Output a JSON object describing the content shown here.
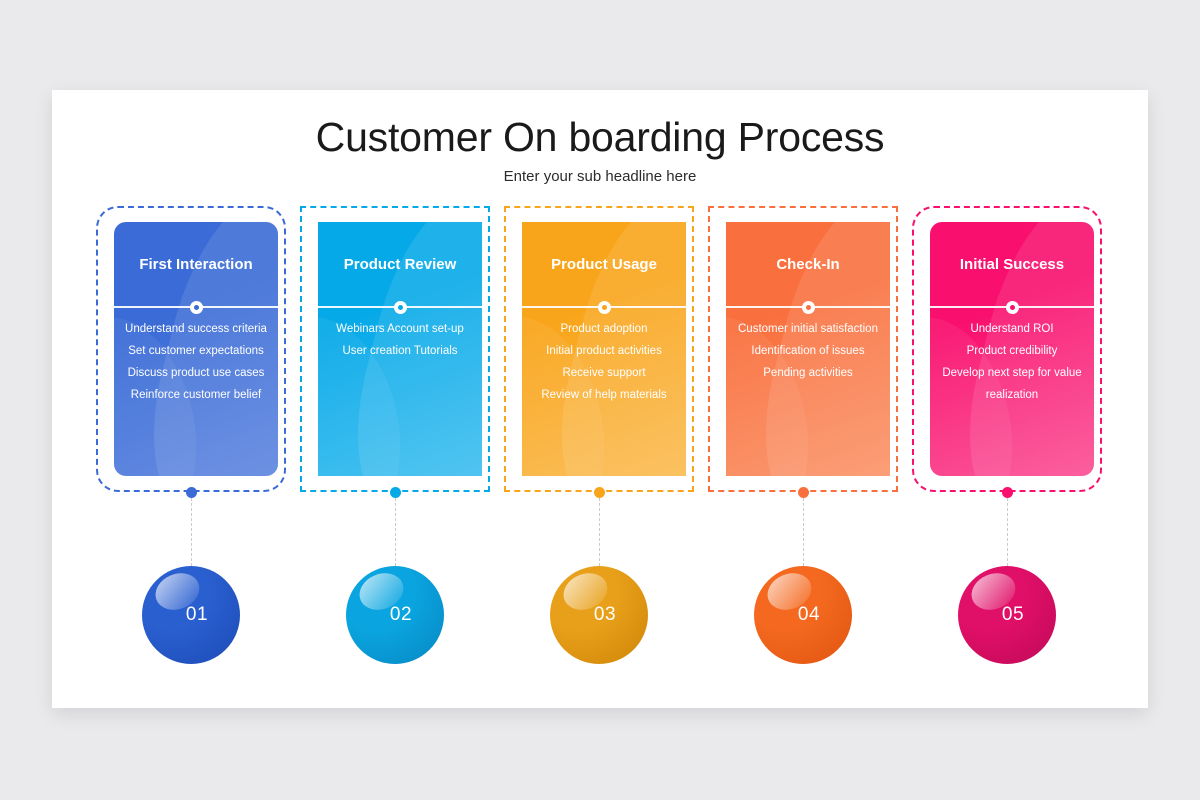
{
  "slide": {
    "title": "Customer On boarding Process",
    "subtitle": "Enter your sub headline here"
  },
  "theme": {
    "background": "#eaeaec",
    "slide_background": "#ffffff",
    "leader_line_color": "#c9c9cf"
  },
  "steps": [
    {
      "number": "01",
      "heading": "First Interaction",
      "lines": [
        "Understand success  criteria",
        "Set customer  expectations",
        "Discuss product use cases",
        "Reinforce  customer  belief"
      ],
      "color": "#3a6bd6",
      "color_light": "#5c85e0",
      "sphere_color": "#2a5fd0",
      "sphere_color_dark": "#1c4bb5",
      "rounded": true
    },
    {
      "number": "02",
      "heading": "Product Review",
      "lines": [
        "Webinars Account set-up User creation Tutorials"
      ],
      "color": "#06a9e8",
      "color_light": "#3dbef0",
      "sphere_color": "#0aa5e0",
      "sphere_color_dark": "#0787c2",
      "rounded": false
    },
    {
      "number": "03",
      "heading": "Product Usage",
      "lines": [
        "Product adoption",
        "Initial product activities",
        "Receive  support",
        "Review of help materials"
      ],
      "color": "#f9a51b",
      "color_light": "#fbbb50",
      "sphere_color": "#e8a01a",
      "sphere_color_dark": "#cf8406",
      "rounded": false
    },
    {
      "number": "04",
      "heading": "Check-In",
      "lines": [
        "Customer  initial satisfaction",
        "Identification  of issues",
        "Pending activities"
      ],
      "color": "#f9703e",
      "color_light": "#fb9368",
      "sphere_color": "#f4691f",
      "sphere_color_dark": "#e05410",
      "rounded": false
    },
    {
      "number": "05",
      "heading": "Initial Success",
      "lines": [
        "Understand ROI",
        "Product credibility",
        "Develop next step for value realization"
      ],
      "color": "#f90f6e",
      "color_light": "#fb4d93",
      "sphere_color": "#e00f67",
      "sphere_color_dark": "#c00a58",
      "rounded": true
    }
  ]
}
